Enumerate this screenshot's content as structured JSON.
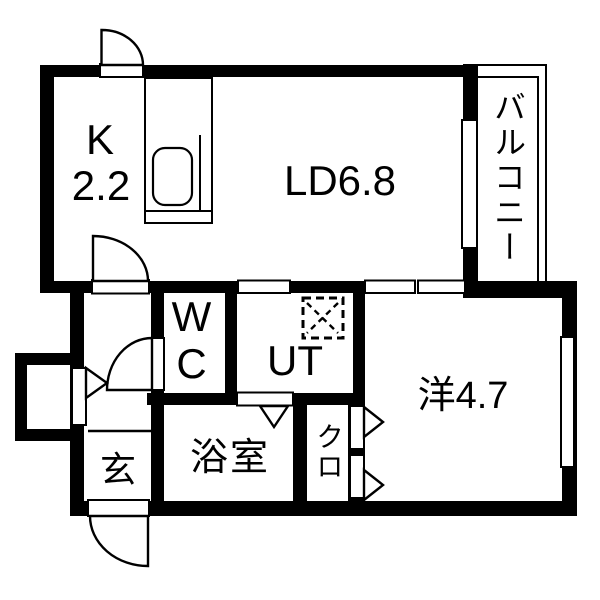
{
  "floorplan": {
    "type": "japanese-apartment-floorplan",
    "rooms": {
      "kitchen": {
        "label": "K",
        "area": "2.2"
      },
      "living_dining": {
        "label": "LD6.8"
      },
      "western_room": {
        "label": "洋4.7"
      },
      "wc": {
        "label": "WC"
      },
      "utility": {
        "label": "UT"
      },
      "bathroom": {
        "label": "浴室"
      },
      "entrance": {
        "label": "玄"
      },
      "closet": {
        "label": "クロ"
      },
      "balcony": {
        "label": "バルコニー"
      }
    },
    "colors": {
      "wall": "#000000",
      "background": "#ffffff",
      "line": "#000000"
    }
  }
}
